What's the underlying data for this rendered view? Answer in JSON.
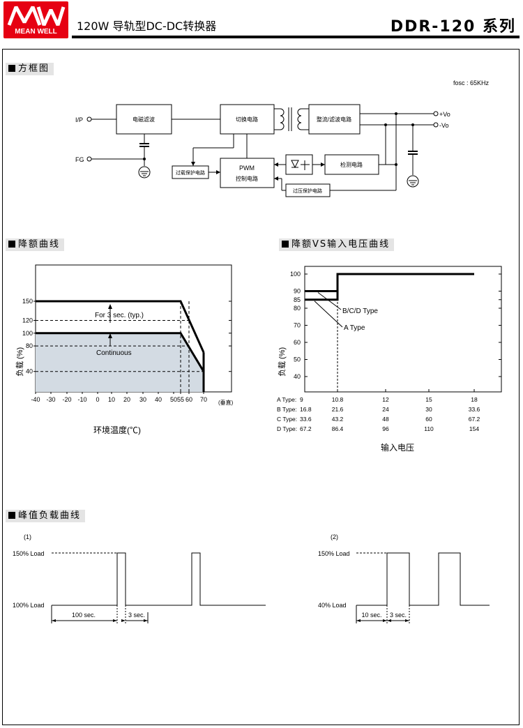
{
  "header": {
    "brand": "MEAN WELL",
    "title": "120W 导轨型DC-DC转换器",
    "series": "DDR-120 系列"
  },
  "block_diagram": {
    "section_title": "方框图",
    "fosc": "fosc : 65KHz",
    "ip": "I/P",
    "fg": "FG",
    "emi": "电磁滤波",
    "switch": "切换电路",
    "rect": "整流/滤波电路",
    "pwm1": "PWM",
    "pwm2": "控制电路",
    "detect": "检测电路",
    "olp": "过载保护电路",
    "ovp": "过压保护电路",
    "vplus": "+Vo",
    "vminus": "-Vo"
  },
  "derating": {
    "section_title": "降额曲线",
    "ylabel": "负载 (%)",
    "xlabel": "环境温度(℃)",
    "xunit": "(垂直)",
    "note_peak": "For 3 sec. (typ.)",
    "note_cont": "Continuous",
    "yticks": [
      "150",
      "120",
      "100",
      "80",
      "40"
    ],
    "xticks": [
      "-40",
      "-30",
      "-20",
      "-10",
      "0",
      "10",
      "20",
      "30",
      "40",
      "50",
      "55",
      "60",
      "70"
    ]
  },
  "vs_input": {
    "section_title": "降额VS输入电压曲线",
    "ylabel": "负载 (%)",
    "xlabel": "输入电压",
    "label_bcd": "B/C/D Type",
    "label_a": "A Type",
    "yticks": [
      "100",
      "90",
      "85",
      "80",
      "70",
      "60",
      "50",
      "40"
    ],
    "rows": [
      {
        "label": "A Type:",
        "values": [
          "9",
          "10.8",
          "12",
          "15",
          "18"
        ]
      },
      {
        "label": "B Type:",
        "values": [
          "16.8",
          "21.6",
          "24",
          "30",
          "33.6"
        ]
      },
      {
        "label": "C Type:",
        "values": [
          "33.6",
          "43.2",
          "48",
          "60",
          "67.2"
        ]
      },
      {
        "label": "D Type:",
        "values": [
          "67.2",
          "86.4",
          "96",
          "110",
          "154"
        ]
      }
    ]
  },
  "peak": {
    "section_title": "峰值负载曲线",
    "p1_label": "(1)",
    "p2_label": "(2)",
    "p1_high": "150% Load",
    "p1_low": "100% Load",
    "p1_t1": "100 sec.",
    "p1_t2": "3 sec.",
    "p2_high": "150% Load",
    "p2_low": "40% Load",
    "p2_t1": "10 sec.",
    "p2_t2": "3 sec."
  },
  "chart_data": [
    {
      "type": "line",
      "title": "降额曲线",
      "xlabel": "环境温度(℃)",
      "ylabel": "负载 (%)",
      "series": [
        {
          "name": "Continuous",
          "x": [
            -40,
            55,
            70
          ],
          "y": [
            100,
            100,
            40
          ]
        },
        {
          "name": "For 3 sec. (typ.)",
          "x": [
            -40,
            55,
            70
          ],
          "y": [
            150,
            150,
            70
          ]
        }
      ]
    },
    {
      "type": "line",
      "title": "降额VS输入电压曲线",
      "xlabel": "输入电压",
      "ylabel": "负载 (%)",
      "categories": [
        "9",
        "10.8",
        "12",
        "15",
        "18"
      ],
      "series": [
        {
          "name": "A Type",
          "x": [
            9,
            10.8,
            10.8,
            18
          ],
          "y": [
            85,
            85,
            100,
            100
          ]
        },
        {
          "name": "B/C/D Type",
          "x": [
            9,
            10.8,
            10.8,
            18
          ],
          "y": [
            90,
            90,
            100,
            100
          ]
        }
      ],
      "ylim": [
        40,
        100
      ]
    }
  ]
}
